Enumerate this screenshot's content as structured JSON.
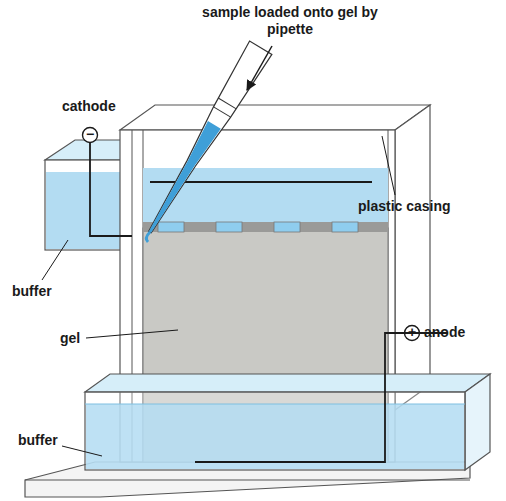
{
  "diagram": {
    "labels": [
      "sample loaded onto gel by pipette",
      "cathode",
      "−",
      "plastic casing",
      "buffer",
      "gel",
      "+",
      "anode",
      "buffer"
    ]
  }
}
